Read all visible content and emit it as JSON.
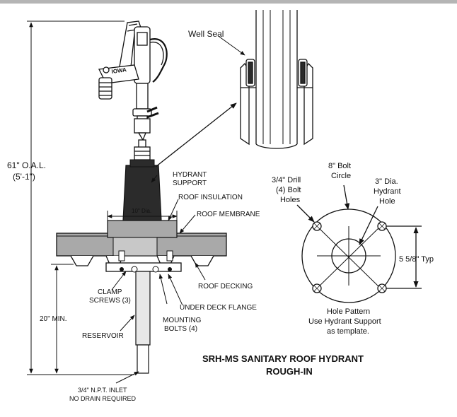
{
  "labels": {
    "well_seal": "Well Seal",
    "oal_1": "61\" O.A.L.",
    "oal_2": "(5'-1\")",
    "hydrant_support_1": "HYDRANT",
    "hydrant_support_2": "SUPPORT",
    "roof_insulation": "ROOF INSULATION",
    "roof_membrane": "ROOF MEMBRANE",
    "dia_10": "10\" Dia.",
    "roof_decking": "ROOF DECKING",
    "under_deck_flange": "UNDER DECK FLANGE",
    "clamp_1": "CLAMP",
    "clamp_2": "SCREWS (3)",
    "mount_1": "MOUNTING",
    "mount_2": "BOLTS (4)",
    "min_20": "20\" MIN.",
    "reservoir": "RESERVOIR",
    "inlet_1": "3/4\" N.P.T. INLET",
    "inlet_2": "NO DRAIN REQUIRED",
    "drill_1": "3/4\" Drill",
    "drill_2": "(4) Bolt",
    "drill_3": "Holes",
    "bolt_1": "8\" Bolt",
    "bolt_2": "Circle",
    "hyd_1": "3\" Dia.",
    "hyd_2": "Hydrant",
    "hyd_3": "Hole",
    "typ": "5 5/8\" Typ",
    "pattern_1": "Hole Pattern",
    "pattern_2": "Use Hydrant Support",
    "pattern_3": "as template.",
    "brand": "IOWA",
    "title_1": "SRH-MS SANITARY ROOF HYDRANT",
    "title_2": "ROUGH-IN"
  },
  "colors": {
    "ink": "#111111",
    "membrane": "#a9a9a9",
    "support": "#2b2b2b",
    "pipe": "#e8e8e8",
    "top_rule": "#b5b5b5"
  }
}
